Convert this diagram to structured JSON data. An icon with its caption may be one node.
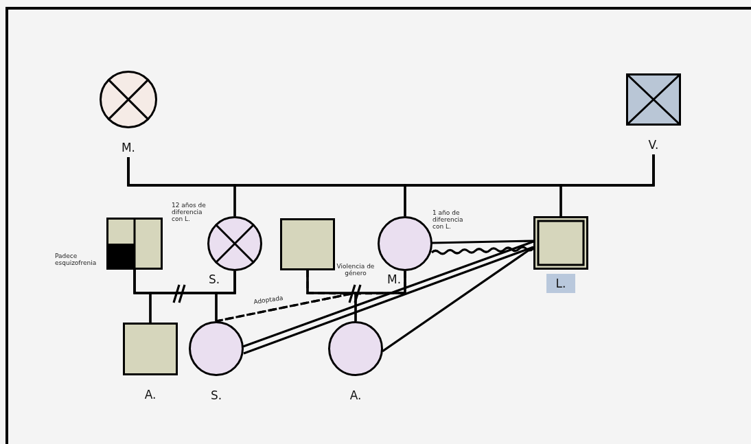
{
  "diagram": {
    "nodes": [
      {
        "text": [
          "M."
        ]
      },
      {
        "text": [
          "V."
        ]
      },
      {
        "text": [],
        "shape": "box",
        "beside": [
          "Padece esquizofrenia"
        ]
      },
      {
        "text": [
          "S."
        ],
        "beside": [
          "12 años de diferencia con L."
        ]
      },
      {
        "text": [],
        "shape": "box"
      },
      {
        "text": [
          "M."
        ],
        "beside": [
          "1 año de diferencia con L."
        ]
      },
      {
        "text": [
          "L."
        ]
      },
      {
        "text": [
          "A."
        ]
      },
      {
        "text": [
          "S."
        ]
      },
      {
        "text": [
          "A."
        ]
      }
    ],
    "edges": [
      {
        "from": 0,
        "to": 1,
        "arrow": "none"
      },
      {
        "from": 0,
        "to": 3,
        "arrow": "none"
      },
      {
        "from": 1,
        "to": 3,
        "arrow": "none"
      },
      {
        "from": 0,
        "to": 5,
        "arrow": "none"
      },
      {
        "from": 1,
        "to": 5,
        "arrow": "none"
      },
      {
        "from": 0,
        "to": 6,
        "arrow": "none"
      },
      {
        "from": 1,
        "to": 6,
        "arrow": "none"
      },
      {
        "from": 2,
        "to": 3,
        "arrow": "none"
      },
      {
        "from": 2,
        "to": 7,
        "arrow": "none"
      },
      {
        "from": 3,
        "to": 7,
        "arrow": "none"
      },
      {
        "from": 2,
        "to": 8,
        "arrow": "none"
      },
      {
        "from": 3,
        "to": 8,
        "arrow": "none"
      },
      {
        "from": 4,
        "to": 5,
        "arrow": "none",
        "label": "Violencia de género"
      },
      {
        "from": 4,
        "to": 9,
        "arrow": "none"
      },
      {
        "from": 5,
        "to": 9,
        "arrow": "none"
      },
      {
        "from": 4,
        "to": 8,
        "arrow": "none",
        "style": "dashed",
        "label": "Adoptada"
      },
      {
        "from": 5,
        "to": 8,
        "arrow": "none",
        "style": "dashed"
      },
      {
        "from": 5,
        "to": 6,
        "arrow": "none"
      },
      {
        "from": 5,
        "to": 6,
        "arrow": "none"
      },
      {
        "from": 8,
        "to": 6,
        "arrow": "none"
      },
      {
        "from": 9,
        "to": 6,
        "arrow": "none"
      }
    ]
  }
}
